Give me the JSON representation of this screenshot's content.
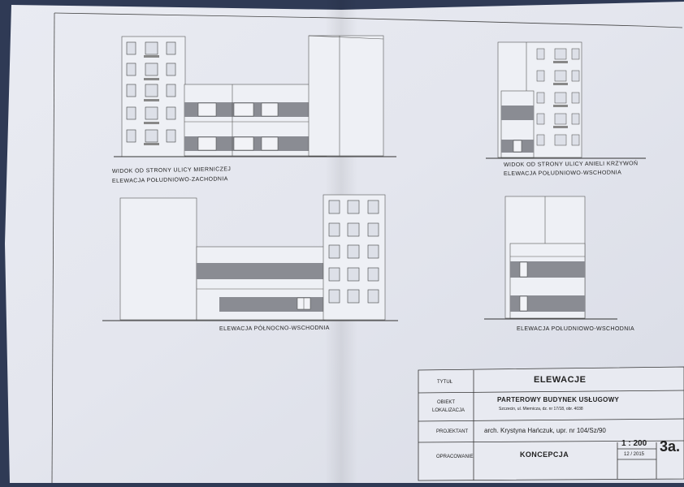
{
  "drawings": {
    "sw": {
      "title": "WIDOK OD STRONY ULICY MIERNICZEJ",
      "subtitle": "ELEWACJA POŁUDNIOWO-ZACHODNIA"
    },
    "se": {
      "title": "WIDOK OD STRONY ULICY ANIELI KRZYWOŃ",
      "subtitle": "ELEWACJA POŁUDNIOWO-WSCHODNIA"
    },
    "ne": {
      "title": "ELEWACJA PÓŁNOCNO-WSCHODNIA"
    },
    "se2": {
      "title": "ELEWACJA POŁUDNIOWO-WSCHODNIA"
    }
  },
  "title_block": {
    "tytul_label": "TYTUŁ",
    "tytul_value": "ELEWACJE",
    "obiekt_label": "OBIEKT",
    "lokalizacja_label": "LOKALIZACJA",
    "obiekt_value": "PARTEROWY BUDYNEK USŁUGOWY",
    "lokalizacja_value": "Szczecin, ul. Miernicza, dz. nr 17/18, obr. 4038",
    "projektant_label": "PROJEKTANT",
    "projektant_value": "arch. Krystyna Hańczuk, upr. nr 104/Sz/90",
    "opracowanie_label": "OPRACOWANIE",
    "opracowanie_value": "KONCEPCJA",
    "scale": "1 : 200",
    "date": "12 / 2015",
    "sheet_no": "3a."
  }
}
